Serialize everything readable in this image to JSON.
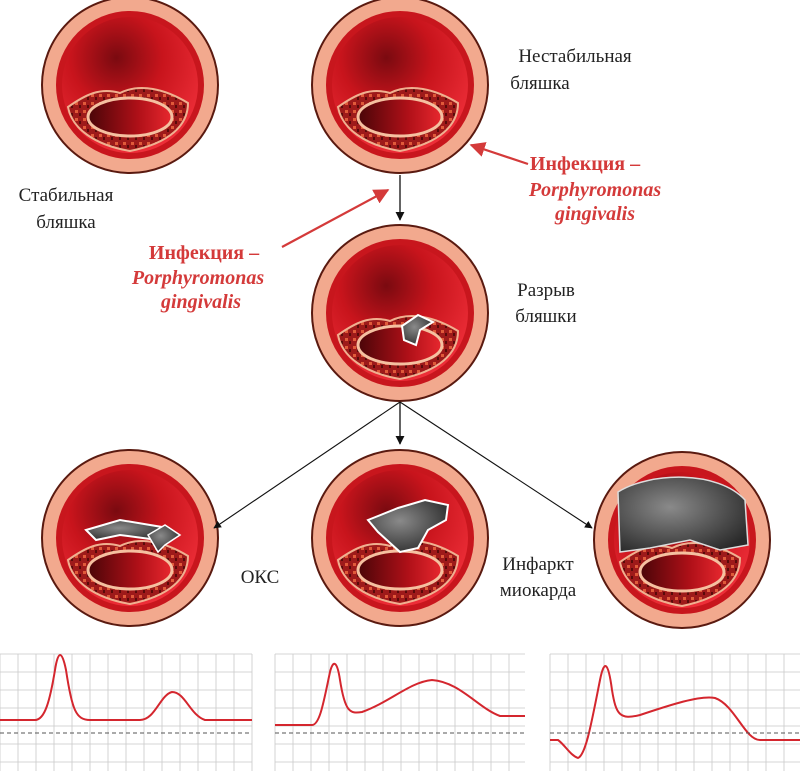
{
  "labels": {
    "stable_plaque_line1": "Стабильная",
    "stable_plaque_line2": "бляшка",
    "unstable_plaque_line1": "Нестабильная",
    "unstable_plaque_line2": "бляшка",
    "rupture_line1": "Разрыв",
    "rupture_line2": "бляшки",
    "acs": "ОКС",
    "infarct_line1": "Инфаркт",
    "infarct_line2": "миокарда"
  },
  "infection_right": {
    "line1": "Инфекция –",
    "line2": "Porphyromonas",
    "line3": "gingivalis"
  },
  "infection_left": {
    "line1": "Инфекция –",
    "line2": "Porphyromonas",
    "line3": "gingivalis"
  },
  "colors": {
    "vessel_outer": "#f2a98e",
    "vessel_ring": "#c8161d",
    "lumen": "#e0202a",
    "plaque": "#b8121a",
    "arrow_red": "#d43a3a",
    "ecg_line": "#d4262e",
    "grid": "#c8c8c8"
  }
}
